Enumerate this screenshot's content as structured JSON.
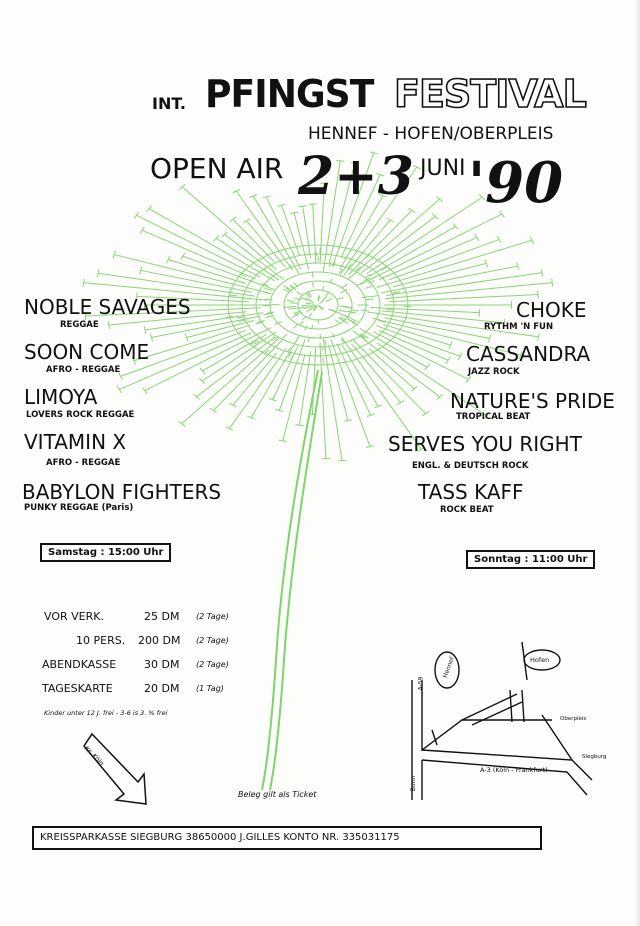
{
  "header": {
    "int": "INT.",
    "pfingst": "PFINGST",
    "festival": "FESTIVAL",
    "location": "HENNEF - HOFEN/OBERPLEIS",
    "open_air": "OPEN AIR",
    "dates": "2+3",
    "juni": "JUNI",
    "year": "'90"
  },
  "left_bands": [
    {
      "name": "NOBLE SAVAGES",
      "genre": "REGGAE"
    },
    {
      "name": "SOON COME",
      "genre": "AFRO - REGGAE"
    },
    {
      "name": "LIMOYA",
      "genre": "LOVERS ROCK REGGAE"
    },
    {
      "name": "VITAMIN X",
      "genre": "AFRO - REGGAE"
    },
    {
      "name": "BABYLON FIGHTERS",
      "genre": "PUNKY REGGAE (Paris)"
    }
  ],
  "right_bands": [
    {
      "name": "CHOKE",
      "genre": "RYTHM 'N FUN"
    },
    {
      "name": "CASSANDRA",
      "genre": "JAZZ ROCK"
    },
    {
      "name": "NATURE'S PRIDE",
      "genre": "TROPICAL BEAT"
    },
    {
      "name": "SERVES YOU RIGHT",
      "genre": "ENGL. & DEUTSCH ROCK"
    },
    {
      "name": "TASS KAFF",
      "genre": "ROCK BEAT"
    }
  ],
  "times": {
    "saturday": "Samstag : 15:00 Uhr",
    "sunday": "Sonntag : 11:00 Uhr"
  },
  "prices": [
    {
      "label": "VOR VERK.",
      "price": "25 DM",
      "note": "(2 Tage)"
    },
    {
      "label": "10 PERS.",
      "price": "200 DM",
      "note": "(2 Tage)"
    },
    {
      "label": "ABENDKASSE",
      "price": "30 DM",
      "note": "(2 Tage)"
    },
    {
      "label": "TAGESKARTE",
      "price": "20 DM",
      "note": "(1 Tag)"
    }
  ],
  "kids_note": "Kinder unter 12 J. frei - 3-6 is 3. % frei",
  "receipt_note": "Beleg gilt als Ticket",
  "map": {
    "road_a3": "A-3 (Köln - Frankfurt)",
    "road_a59": "A-59",
    "bonn": "Bonn",
    "hennef": "Hennef",
    "hofen": "Hofen",
    "oberpleis": "Oberpleis",
    "siegburg": "Siegburg",
    "arrow_label": "Kr. Köln"
  },
  "bank": "KREISSPARKASSE SIEGBURG 38650000    J.GILLES    KONTO NR. 335031175"
}
